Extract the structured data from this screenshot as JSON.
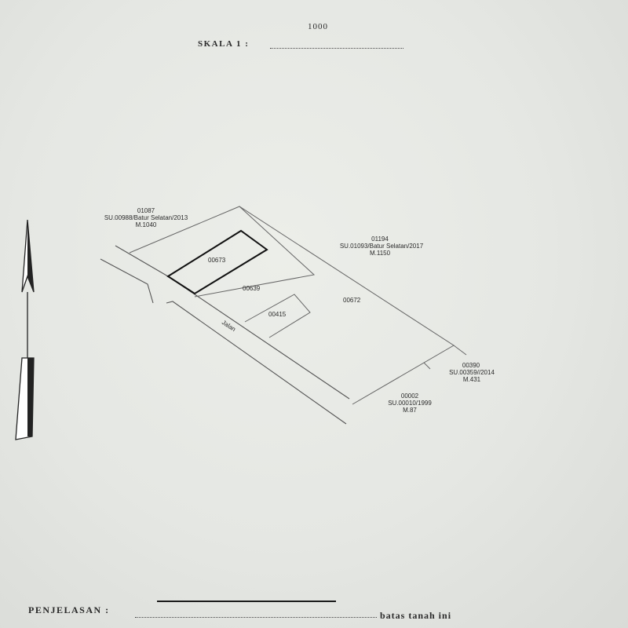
{
  "header": {
    "scale_label": "SKALA 1 :",
    "scale_value": "1000"
  },
  "map": {
    "street_label": "Jalan",
    "parcels": {
      "highlighted": "00673",
      "p00639": "00639",
      "p00415": "00415",
      "p00672": "00672"
    },
    "neighbors": {
      "north_west": {
        "id": "01087",
        "su": "SU.00988/Batur Selatan/2013",
        "m": "M.1040"
      },
      "north_east": {
        "id": "01194",
        "su": "SU.01093/Batur Selatan/2017",
        "m": "M.1150"
      },
      "east": {
        "id": "00390",
        "su": "SU.00359//2014",
        "m": "M.431"
      },
      "south": {
        "id": "00002",
        "su": "SU.00010/1999",
        "m": "M.87"
      }
    },
    "north_arrow_icon": "north-arrow-icon"
  },
  "footer": {
    "legend_label": "PENJELASAN :",
    "legend_text": "batas tanah ini"
  }
}
